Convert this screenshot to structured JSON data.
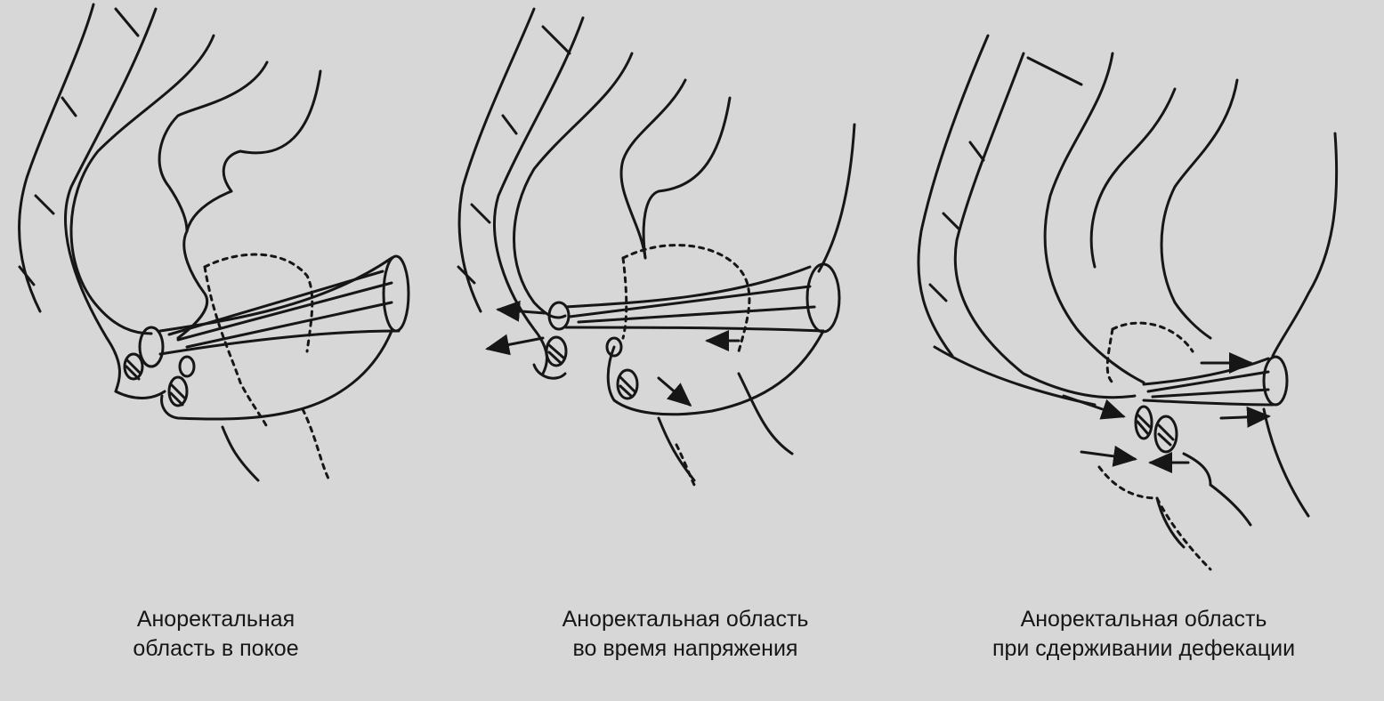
{
  "background": "#d7d7d7",
  "ink_color": "#161616",
  "panels": [
    {
      "id": "rest",
      "caption_lines": [
        "Аноректальная",
        "область в покое"
      ]
    },
    {
      "id": "strain",
      "caption_lines": [
        "Аноректальная область",
        "во время напряжения"
      ]
    },
    {
      "id": "hold",
      "caption_lines": [
        "Аноректальная область",
        "при сдерживании дефекации"
      ]
    }
  ]
}
